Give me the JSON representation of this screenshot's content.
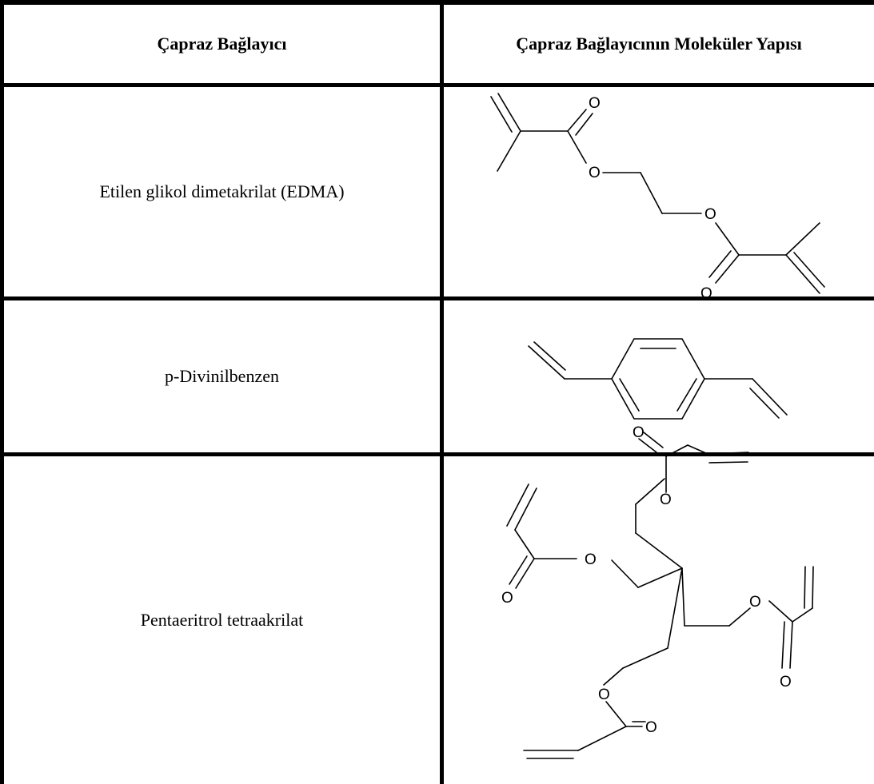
{
  "table": {
    "headers": [
      "Çapraz Bağlayıcı",
      "Çapraz Bağlayıcının Moleküler Yapısı"
    ],
    "rows": [
      {
        "name": "Etilen glikol dimetakrilat (EDMA)",
        "structure_icon": "edma-structure"
      },
      {
        "name": "p-Divinilbenzen",
        "structure_icon": "divinylbenzene-structure"
      },
      {
        "name": "Pentaeritrol tetraakrilat",
        "structure_icon": "pentaerythritol-tetraacrylate-structure"
      }
    ],
    "atom_label": "O"
  }
}
